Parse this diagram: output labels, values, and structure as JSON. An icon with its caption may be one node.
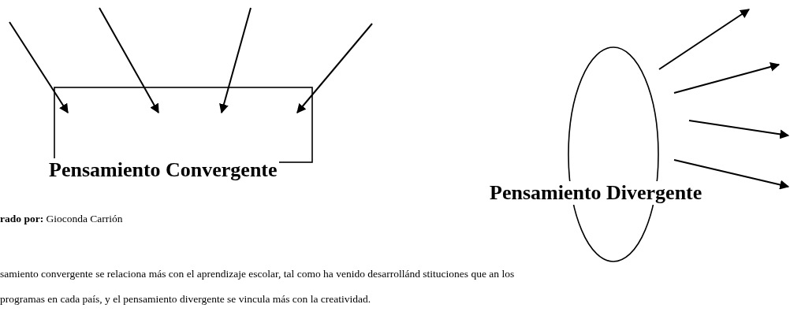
{
  "diagram": {
    "nodes": [
      {
        "text": [
          "Pensamiento Convergente"
        ]
      },
      {
        "text": [
          "Pensamiento Divergente"
        ]
      }
    ],
    "edges": [
      {
        "from": null,
        "to": 0,
        "arrow": "to"
      },
      {
        "from": null,
        "to": 0,
        "arrow": "to"
      },
      {
        "from": null,
        "to": 0,
        "arrow": "to"
      },
      {
        "from": null,
        "to": 0,
        "arrow": "to"
      },
      {
        "from": 1,
        "to": null,
        "arrow": "to"
      },
      {
        "from": 1,
        "to": null,
        "arrow": "to"
      },
      {
        "from": 1,
        "to": null,
        "arrow": "to"
      },
      {
        "from": 1,
        "to": null,
        "arrow": "to"
      }
    ],
    "labels": [
      "**rado por:** Gioconda Carrión",
      "samiento convergente se relaciona más con el aprendizaje escolar, tal como ha venido desarrollánd stituciones que an los programas en cada país, y el pensamiento divergente se vincula más con la creatividad."
    ]
  }
}
